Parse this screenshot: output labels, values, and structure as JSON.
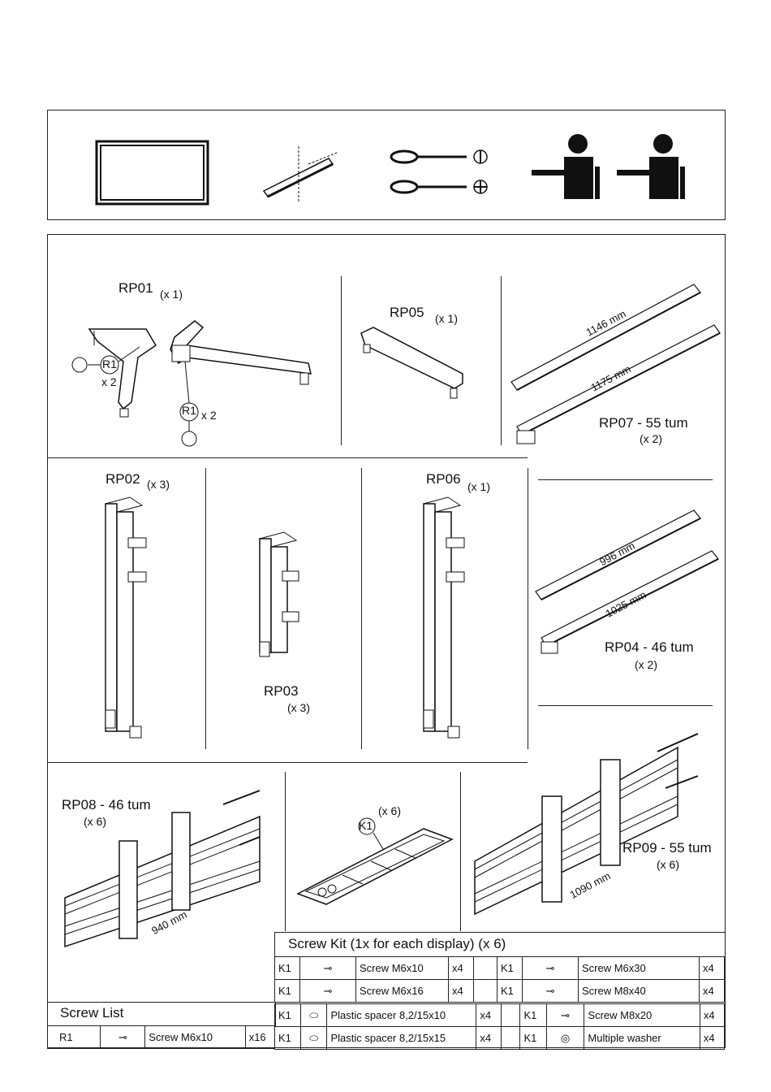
{
  "tools_panel": {
    "icons": [
      "display-frame-icon",
      "spirit-level-icon",
      "flat-screwdriver-icon",
      "phillips-screwdriver-icon",
      "two-persons-icon"
    ]
  },
  "parts": {
    "rp01": {
      "name": "RP01",
      "qty": "(x 1)",
      "screw_label": "R1",
      "screw_qty_1": "x 2",
      "screw_qty_2": "x 2"
    },
    "rp05": {
      "name": "RP05",
      "qty": "(x 1)"
    },
    "rp07": {
      "name": "RP07 - 55 tum",
      "qty": "(x 2)",
      "len_a": "1146 mm",
      "len_b": "1175 mm"
    },
    "rp02": {
      "name": "RP02",
      "qty": "(x 3)"
    },
    "rp03": {
      "name": "RP03",
      "qty": "(x 3)"
    },
    "rp06": {
      "name": "RP06",
      "qty": "(x 1)"
    },
    "rp04": {
      "name": "RP04 - 46 tum",
      "qty": "(x 2)",
      "len_a": "996 mm",
      "len_b": "1025 mm"
    },
    "rp08": {
      "name": "RP08 - 46 tum",
      "qty": "(x 6)",
      "len": "940 mm"
    },
    "k1": {
      "name": "K1",
      "qty": "(x 6)"
    },
    "rp09": {
      "name": "RP09 - 55 tum",
      "qty": "(x 6)",
      "len": "1090 mm"
    }
  },
  "screw_kit": {
    "title": "Screw Kit (1x for each display) (x 6)",
    "rows": [
      {
        "code": "K1",
        "desc": "Screw M6x10",
        "qty": "x4",
        "code2": "K1",
        "desc2": "Screw M6x30",
        "qty2": "x4"
      },
      {
        "code": "K1",
        "desc": "Screw M6x16",
        "qty": "x4",
        "code2": "K1",
        "desc2": "Screw M8x40",
        "qty2": "x4"
      },
      {
        "code": "K1",
        "desc": "Plastic spacer 8,2/15x10",
        "qty": "x4",
        "code2": "K1",
        "desc2": "Screw M8x20",
        "qty2": "x4"
      },
      {
        "code": "K1",
        "desc": "Plastic spacer 8,2/15x15",
        "qty": "x4",
        "code2": "K1",
        "desc2": "Multiple washer",
        "qty2": "x4"
      }
    ]
  },
  "screw_list": {
    "title": "Screw List",
    "row": {
      "code": "R1",
      "desc": "Screw M6x10",
      "qty": "x16"
    }
  }
}
